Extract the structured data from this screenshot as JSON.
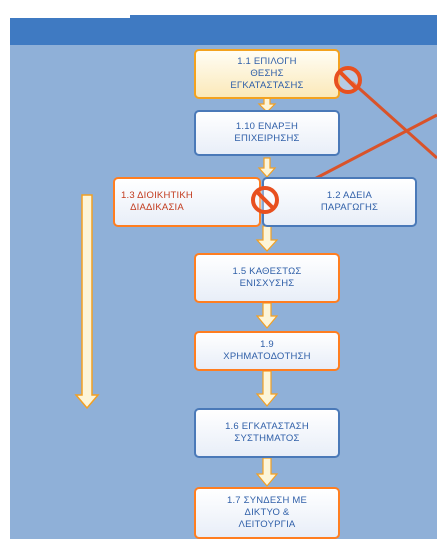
{
  "steps": {
    "s1_1": "1.1 ΕΠΙΛΟΓΗ\nΘΕΣΗΣ\nΕΓΚΑΤΑΣΤΑΣΗΣ",
    "s1_10": "1.10 ΕΝΑΡΞΗ\nΕΠΙΧΕΙΡΗΣΗΣ",
    "s1_3": "1.3 ΔΙΟΙΚΗΤΙΚΗ\nΔΙΑΔΙΚΑΣΙΑ",
    "s1_2": "1.2 ΑΔΕΙΑ\nΠΑΡΑΓΩΓΗΣ",
    "s1_5": "1.5 ΚΑΘΕΣΤΩΣ\nΕΝΙΣΧΥΣΗΣ",
    "s1_9": "1.9\nΧΡΗΜΑΤΟΔΟΤΗΣΗ",
    "s1_6": "1.6 ΕΓΚΑΤΑΣΤΑΣΗ\nΣΥΣΤΗΜΑΤΟΣ",
    "s1_7": "1.7 ΣΥΝΔΕΣΗ ΜΕ\nΔΙΚΤΥΟ &\nΛΕΙΤΟΥΡΓΙΑ"
  },
  "colors": {
    "panel": "#8fb0d8",
    "header": "#3f7ac2",
    "orange_border": "#ff7e20",
    "blue_border": "#4a79b8",
    "arrow_fill": "#fdf5d8",
    "arrow_stroke": "#f2a024",
    "prohibit": "#e8501f",
    "cross_line": "#d9532a"
  },
  "icons": [
    "prohibited-icon",
    "down-arrow-icon"
  ]
}
